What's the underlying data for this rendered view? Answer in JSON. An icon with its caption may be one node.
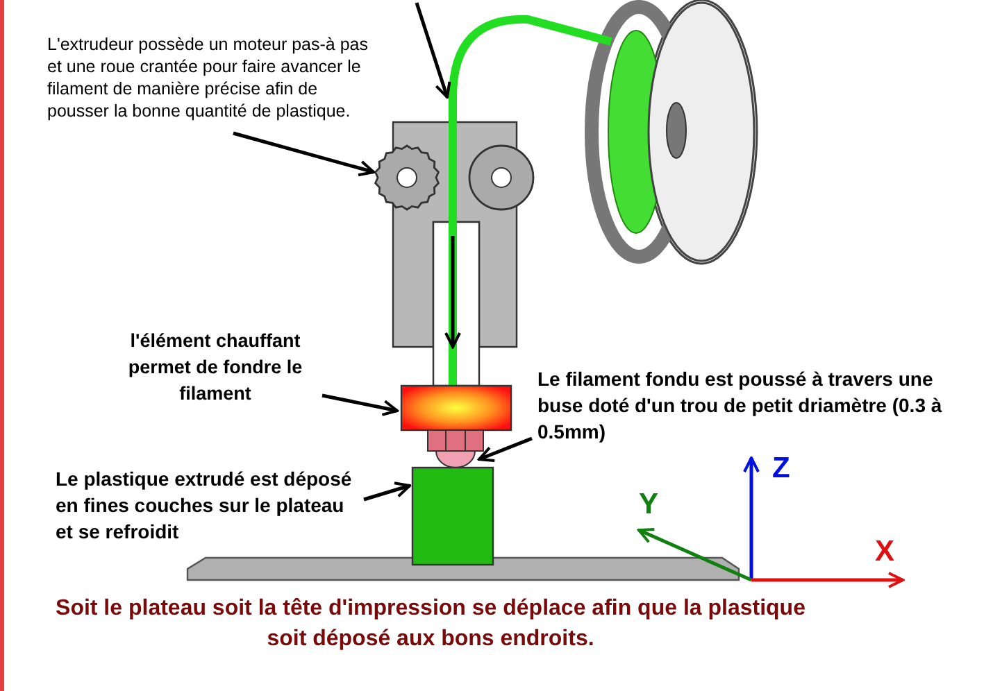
{
  "diagram": {
    "caption": "Soit le plateau soit la tête d'impression se déplace afin que la plastique soit déposé aux bons endroits.",
    "nodes": [
      {
        "text": [
          "L'extrudeur possède un moteur pas-à pas et une roue crantée pour faire avancer le filament de manière précise afin de pousser la bonne quantité de plastique."
        ]
      },
      {
        "text": [],
        "shape": "circle"
      },
      {
        "text": [
          "l'élément chauffant permet de fondre le filament"
        ]
      },
      {
        "text": [],
        "shape": "box"
      },
      {
        "text": [
          "Le filament fondu est poussé à travers une buse doté d'un trou de petit driamètre (0.3 à 0.5mm)"
        ]
      },
      {
        "text": [],
        "shape": "picture"
      },
      {
        "text": [
          "Le plastique extrudé est déposé en fines couches sur le plateau  et se refroidit"
        ]
      },
      {
        "text": [],
        "shape": "box"
      }
    ],
    "edges": [
      {
        "from": 0,
        "to": 1,
        "arrow": "to"
      },
      {
        "from": 2,
        "to": 3,
        "arrow": "to"
      },
      {
        "from": 4,
        "to": 5,
        "arrow": "to"
      },
      {
        "from": 6,
        "to": 7,
        "arrow": "to"
      }
    ],
    "labels": [
      "Z",
      "Y",
      "X"
    ]
  }
}
